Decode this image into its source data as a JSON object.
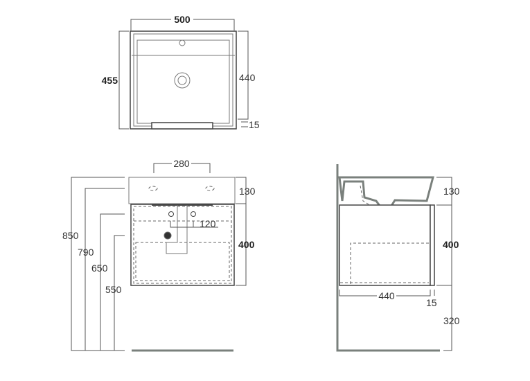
{
  "top_view": {
    "width": "500",
    "depth": "455",
    "bowl_depth": "440",
    "rim": "15"
  },
  "front_view": {
    "tap_spacing": "280",
    "basin_height": "130",
    "cabinet_height": "400",
    "offset": "120",
    "heights": [
      "850",
      "790",
      "650",
      "550"
    ]
  },
  "side_view": {
    "basin_height": "130",
    "cabinet_height": "400",
    "floor_gap": "320",
    "cabinet_depth": "440",
    "door": "15"
  }
}
